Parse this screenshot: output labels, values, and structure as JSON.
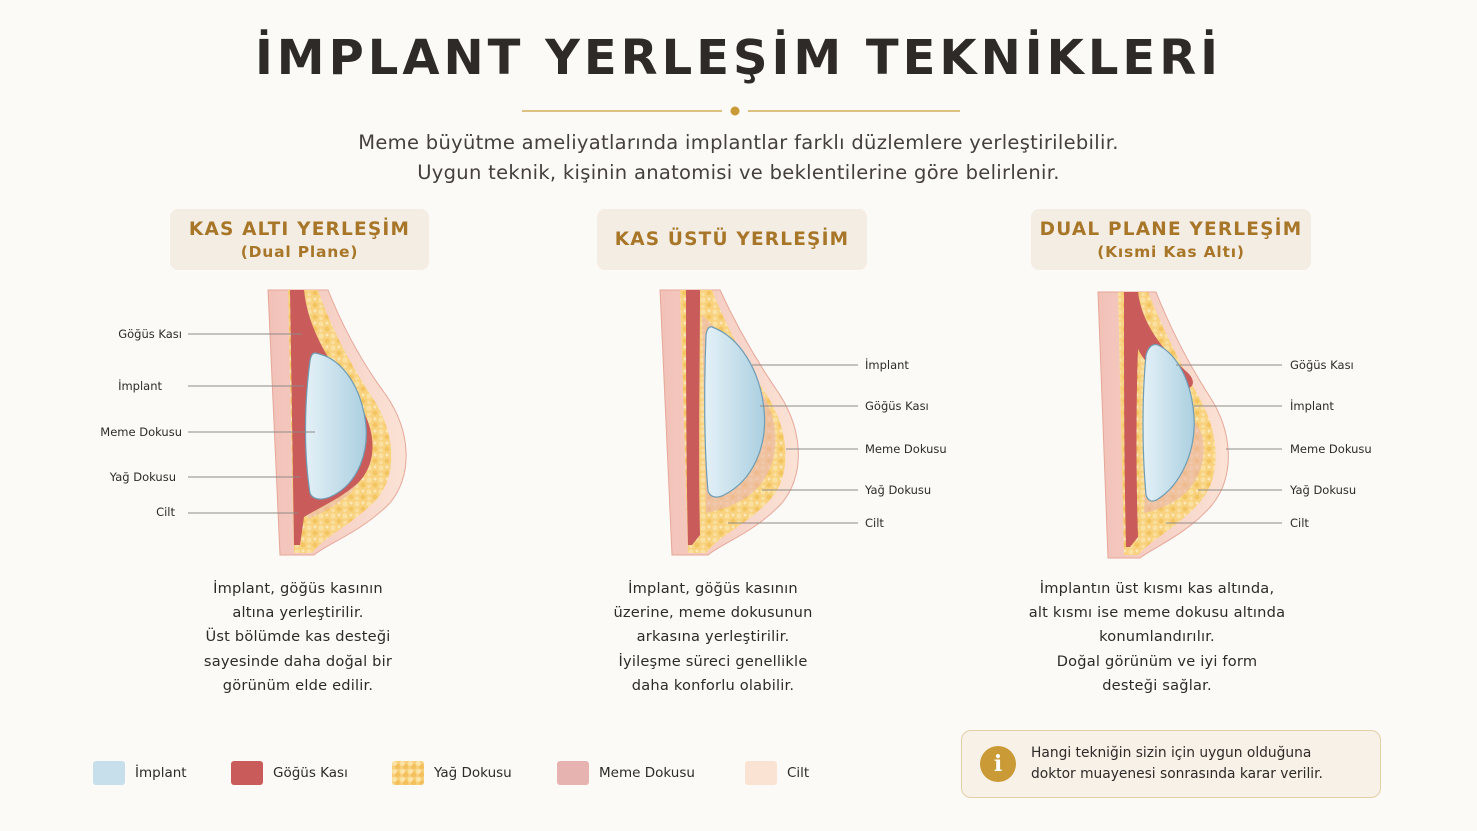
{
  "title": "İMPLANT YERLEŞİM TEKNİKLERİ",
  "subtitle": [
    "Meme büyütme ameliyatlarında implantlar farklı düzlemlere yerleştirilebilir.",
    "Uygun teknik, kişinin anatomisi ve beklentilerine göre belirlenir."
  ],
  "techniques": [
    {
      "heading": "KAS ALTI YERLEŞİM",
      "subheading": "(Dual Plane)",
      "labels": [
        "Göğüs Kası",
        "İmplant",
        "Meme Dokusu",
        "Yağ Dokusu",
        "Cilt"
      ],
      "description": [
        "İmplant, göğüs kasının",
        "altına yerleştirilir.",
        "Üst bölümde kas desteği",
        "sayesinde daha doğal bir",
        "görünüm elde edilir."
      ]
    },
    {
      "heading": "KAS ÜSTÜ YERLEŞİM",
      "subheading": "",
      "labels": [
        "İmplant",
        "Göğüs Kası",
        "Meme Dokusu",
        "Yağ Dokusu",
        "Cilt"
      ],
      "description": [
        "İmplant, göğüs kasının",
        "üzerine, meme dokusunun",
        "arkasına yerleştirilir.",
        "İyileşme süreci genellikle",
        "daha konforlu olabilir."
      ]
    },
    {
      "heading": "DUAL PLANE YERLEŞİM",
      "subheading": "(Kısmi Kas Altı)",
      "labels": [
        "Göğüs Kası",
        "İmplant",
        "Meme Dokusu",
        "Yağ Dokusu",
        "Cilt"
      ],
      "description": [
        "İmplantın üst kısmı kas altında,",
        "alt kısmı ise meme dokusu altında",
        "konumlandırılır.",
        "Doğal görünüm ve iyi form",
        "desteği sağlar."
      ]
    }
  ],
  "legend": [
    {
      "label": "İmplant",
      "color": "#c7dfea"
    },
    {
      "label": "Göğüs Kası",
      "color": "#c95b5b"
    },
    {
      "label": "Yağ Dokusu",
      "color": "#f7cf7a"
    },
    {
      "label": "Meme Dokusu",
      "color": "#e7b3b0"
    },
    {
      "label": "Cilt",
      "color": "#fbe3d3"
    }
  ],
  "note": {
    "icon": "info-icon",
    "lines": [
      "Hangi tekniğin sizin için uygun olduğuna",
      "doktor muayenesi sonrasında karar verilir."
    ]
  },
  "colors": {
    "accent": "#c99a35",
    "heading_text": "#a87628",
    "heading_bg": "#f4ede3"
  }
}
